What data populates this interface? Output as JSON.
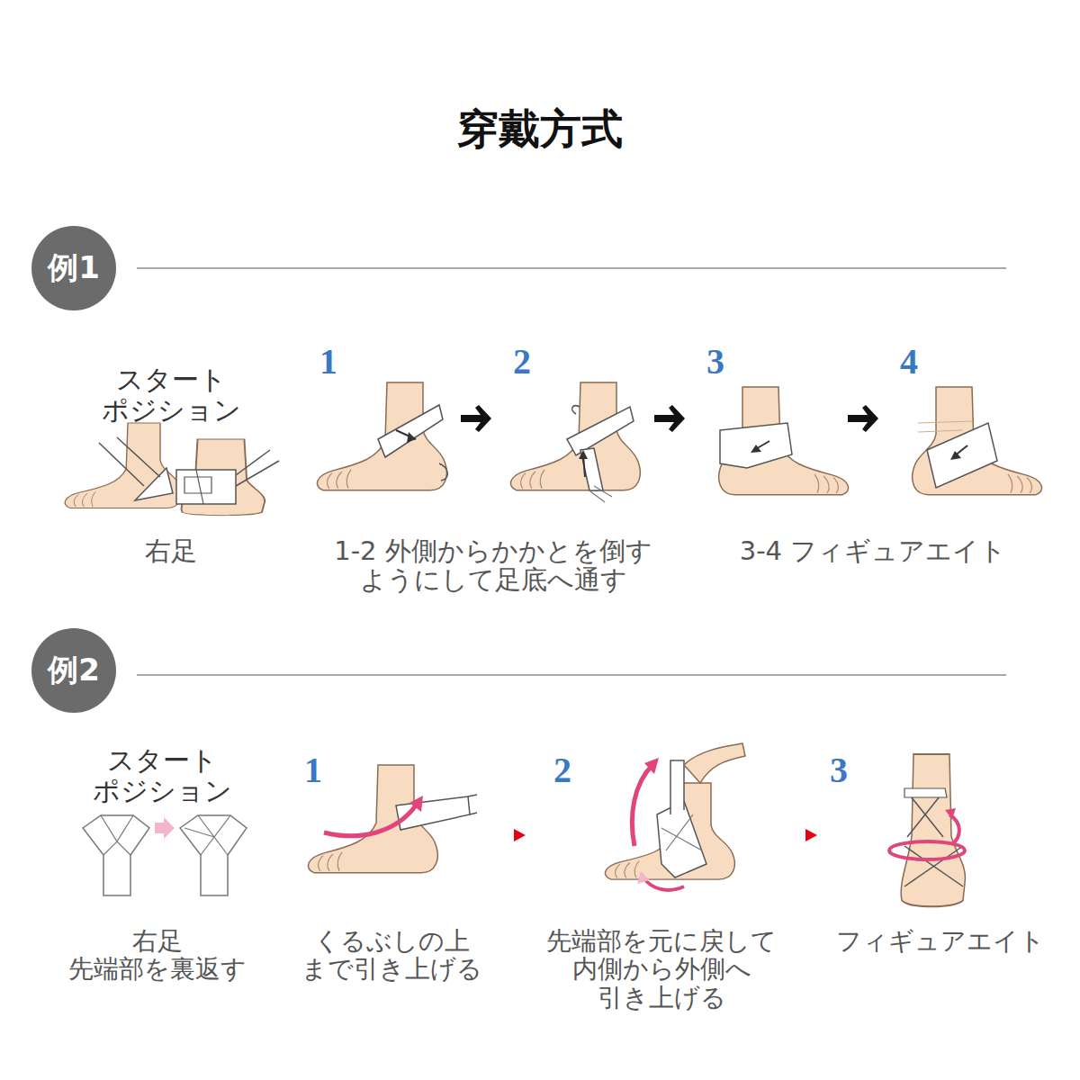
{
  "diagram": {
    "title": "穿戴方式",
    "nodes": [
      {
        "text": [
          "例1"
        ]
      },
      {
        "text": [
          "例2"
        ]
      }
    ],
    "labels": [
      "スタート ポジション",
      "1",
      "2",
      "3",
      "4",
      "右足",
      "1-2 外側からかかとを倒す ようにして足底へ通す",
      "3-4 フィギュアエイト",
      "スタート ポジション",
      "1",
      "2",
      "3",
      "右足 先端部を裏返す",
      "くるぶしの上 まで引き上げる",
      "先端部を元に戻して 内側から外側へ 引き上げる",
      "フィギュアエイト"
    ]
  }
}
